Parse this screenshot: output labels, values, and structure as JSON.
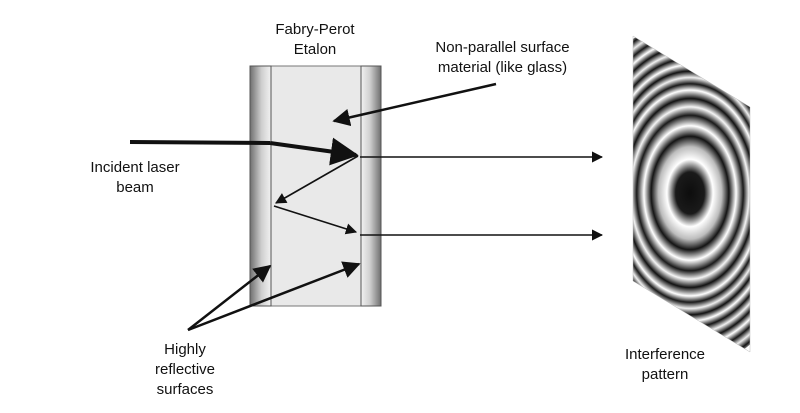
{
  "labels": {
    "etalon_line1": "Fabry-Perot",
    "etalon_line2": "Etalon",
    "material_line1": "Non-parallel surface",
    "material_line2": "material (like glass)",
    "incident_line1": "Incident laser",
    "incident_line2": "beam",
    "surfaces_line1": "Highly",
    "surfaces_line2": "reflective",
    "surfaces_line3": "surfaces",
    "pattern_line1": "Interference",
    "pattern_line2": "pattern"
  },
  "colors": {
    "line": "#111111",
    "glass_fill": "#e9e9e9",
    "glass_stroke": "#777777",
    "mirror_dark": "#6f6f6f",
    "mirror_light": "#f2f2f2",
    "ring_dark": "#0d0d0d",
    "ring_light": "#ffffff"
  }
}
